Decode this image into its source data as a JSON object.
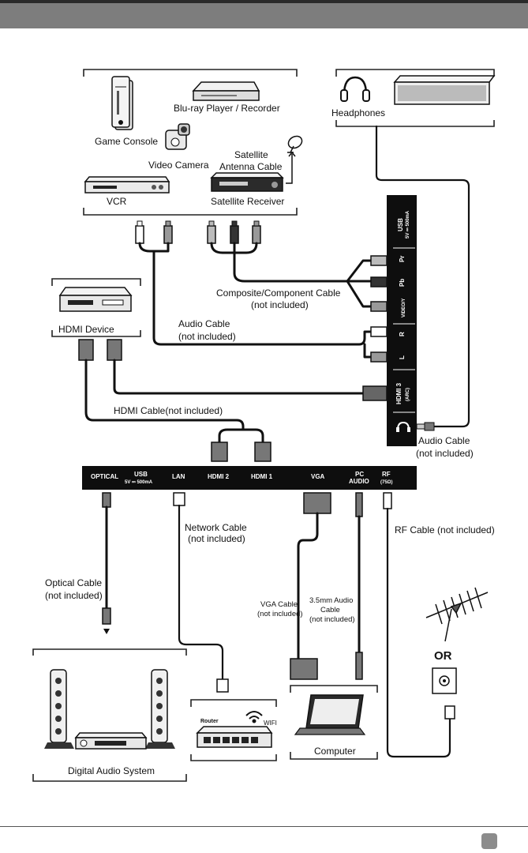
{
  "devices": {
    "game_console": "Game Console",
    "bluray": "Blu-ray Player / Recorder",
    "video_camera": "Video Camera",
    "satellite_cable_line1": "Satellite",
    "satellite_cable_line2": "Antenna Cable",
    "vcr": "VCR",
    "satellite_receiver": "Satellite Receiver",
    "headphones": "Headphones",
    "hdmi_device": "HDMI Device",
    "digital_audio_system": "Digital Audio System",
    "computer": "Computer",
    "router": "Router",
    "wifi": "WIFI",
    "or": "OR"
  },
  "cables": {
    "composite_line1": "Composite/Component Cable",
    "composite_line2": "(not included)",
    "audio_cable_line1": "Audio Cable",
    "audio_cable_line2": "(not included)",
    "hdmi_cable": "HDMI Cable(not included)",
    "audio_cable_right_line1": "Audio Cable",
    "audio_cable_right_line2": "(not included)",
    "network_line1": "Network Cable",
    "network_line2": "(not included)",
    "rf_cable": "RF Cable (not included)",
    "optical_line1": "Optical Cable",
    "optical_line2": "(not included)",
    "vga_line1": "VGA Cable",
    "vga_line2": "(not included)",
    "audio35_line1": "3.5mm Audio",
    "audio35_line2": "Cable",
    "audio35_line3": "(not included)"
  },
  "bottom_panel": {
    "optical": "OPTICAL",
    "usb": "USB",
    "usb_spec": "5V ⎓ 500mA",
    "lan": "LAN",
    "hdmi2": "HDMI 2",
    "hdmi1": "HDMI 1",
    "vga": "VGA",
    "pc": "PC",
    "audio": "AUDIO",
    "rf": "RF",
    "rf_spec": "(75Ω)"
  },
  "side_panel": {
    "usb": "USB",
    "usb_spec": "5V ⎓ 500mA",
    "pr": "Pr",
    "pb": "Pb",
    "video_y": "VIDEO/Y",
    "r": "R",
    "l": "L",
    "hdmi3": "HDMI 3",
    "arc": "(ARC)",
    "headphone_symbol": "headphone-icon"
  }
}
